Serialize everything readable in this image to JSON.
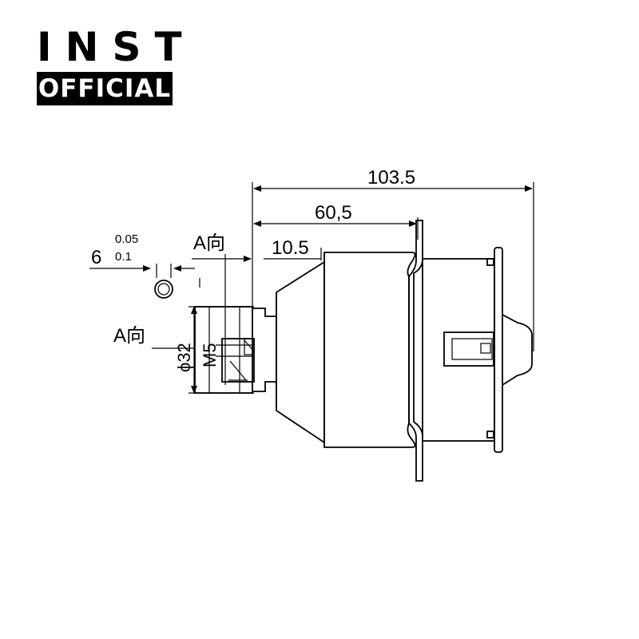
{
  "logo": {
    "wordmark": "INST",
    "tagline": "OFFICIAL"
  },
  "dimensions": {
    "overall_length": "103.5",
    "flange_length": "60,5",
    "shaft_length": "10.5",
    "diameter": "ϕ32",
    "thread": "M5",
    "key_width": "6",
    "tolerance_upper": "0.05",
    "tolerance_lower": "0.1",
    "view_label_top": "A向",
    "view_label_side": "A向"
  }
}
